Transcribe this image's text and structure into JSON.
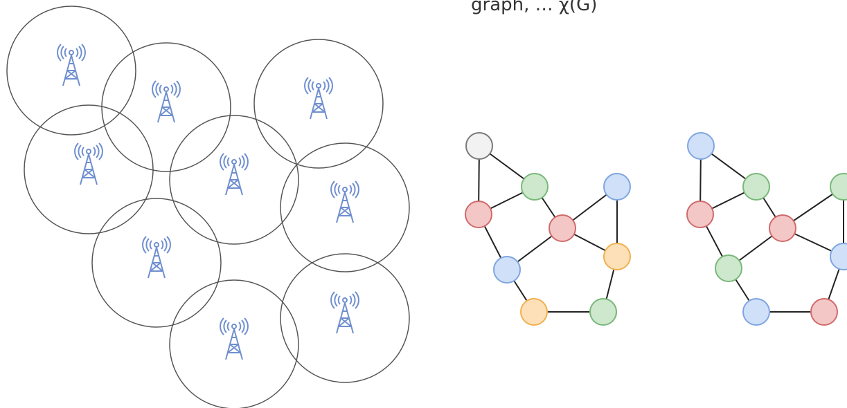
{
  "caption": "graph, … χ(G)",
  "colors": {
    "white": {
      "fill": "#f2f2f2",
      "stroke": "#7a7a7a"
    },
    "red": {
      "fill": "#f4c7c7",
      "stroke": "#d06a6a"
    },
    "green": {
      "fill": "#cde8cd",
      "stroke": "#79b879"
    },
    "blue": {
      "fill": "#cfe0f8",
      "stroke": "#7fa5e0"
    },
    "orange": {
      "fill": "#fde0b8",
      "stroke": "#f0b050"
    }
  },
  "tower_color": "#6f8fcf",
  "cell_coverage": {
    "towers": [
      "cell-tower-icon",
      "cell-tower-icon",
      "cell-tower-icon",
      "cell-tower-icon",
      "cell-tower-icon",
      "cell-tower-icon",
      "cell-tower-icon",
      "cell-tower-icon",
      "cell-tower-icon",
      "cell-tower-icon"
    ]
  },
  "graphs": [
    {
      "name": "graph-uncolored-start",
      "nodes": [
        {
          "id": "a",
          "color": "white"
        },
        {
          "id": "b",
          "color": "green"
        },
        {
          "id": "c",
          "color": "red"
        },
        {
          "id": "d",
          "color": "blue"
        },
        {
          "id": "e",
          "color": "red"
        },
        {
          "id": "f",
          "color": "orange"
        },
        {
          "id": "g",
          "color": "blue"
        },
        {
          "id": "h",
          "color": "orange"
        },
        {
          "id": "i",
          "color": "green"
        }
      ],
      "edges": [
        [
          "a",
          "b"
        ],
        [
          "a",
          "c"
        ],
        [
          "b",
          "c"
        ],
        [
          "b",
          "e"
        ],
        [
          "c",
          "g"
        ],
        [
          "g",
          "e"
        ],
        [
          "e",
          "d"
        ],
        [
          "e",
          "f"
        ],
        [
          "d",
          "f"
        ],
        [
          "g",
          "h"
        ],
        [
          "h",
          "i"
        ],
        [
          "i",
          "f"
        ]
      ]
    },
    {
      "name": "graph-recolored",
      "nodes": [
        {
          "id": "a",
          "color": "blue"
        },
        {
          "id": "b",
          "color": "green"
        },
        {
          "id": "c",
          "color": "red"
        },
        {
          "id": "d",
          "color": "green"
        },
        {
          "id": "e",
          "color": "red"
        },
        {
          "id": "f",
          "color": "blue"
        },
        {
          "id": "g",
          "color": "green"
        },
        {
          "id": "h",
          "color": "blue"
        },
        {
          "id": "i",
          "color": "red"
        }
      ],
      "edges": [
        [
          "a",
          "b"
        ],
        [
          "a",
          "c"
        ],
        [
          "b",
          "c"
        ],
        [
          "b",
          "e"
        ],
        [
          "c",
          "g"
        ],
        [
          "g",
          "e"
        ],
        [
          "e",
          "d"
        ],
        [
          "e",
          "f"
        ],
        [
          "d",
          "f"
        ],
        [
          "g",
          "h"
        ],
        [
          "h",
          "i"
        ],
        [
          "i",
          "f"
        ]
      ]
    }
  ]
}
